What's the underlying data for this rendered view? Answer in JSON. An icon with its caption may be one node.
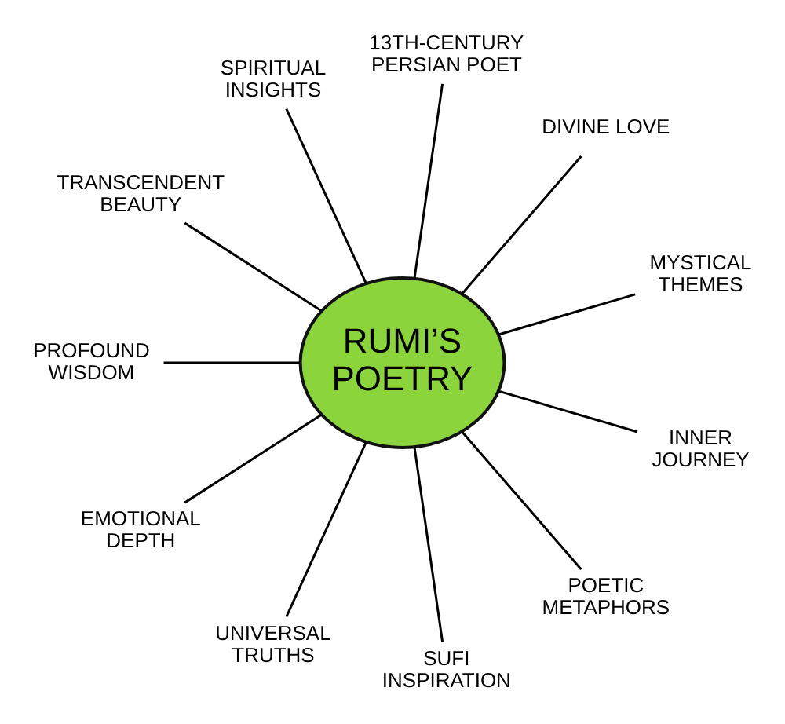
{
  "diagram": {
    "nodes": [
      {
        "text": [
          "RUMI’S POETRY"
        ]
      },
      {
        "text": [
          "MYSTICAL THEMES"
        ]
      },
      {
        "text": [
          "DIVINE LOVE"
        ]
      },
      {
        "text": [
          "13TH-CENTURY PERSIAN POET"
        ]
      },
      {
        "text": [
          "SPIRITUAL INSIGHTS"
        ]
      },
      {
        "text": [
          "TRANSCENDENT BEAUTY"
        ]
      },
      {
        "text": [
          "PROFOUND WISDOM"
        ]
      },
      {
        "text": [
          "EMOTIONAL DEPTH"
        ]
      },
      {
        "text": [
          "UNIVERSAL TRUTHS"
        ]
      },
      {
        "text": [
          "SUFI INSPIRATION"
        ]
      },
      {
        "text": [
          "POETIC METAPHORS"
        ]
      },
      {
        "text": [
          "INNER JOURNEY"
        ]
      }
    ],
    "edges": [
      {
        "from": 0,
        "to": 1,
        "arrow": "none"
      },
      {
        "from": 0,
        "to": 2,
        "arrow": "none"
      },
      {
        "from": 0,
        "to": 4,
        "arrow": "none"
      },
      {
        "from": 0,
        "to": 6,
        "arrow": "none"
      },
      {
        "from": 0,
        "to": 8,
        "arrow": "none"
      },
      {
        "from": 0,
        "to": 10,
        "arrow": "none"
      },
      {
        "from": 0,
        "to": 11,
        "arrow": "none"
      },
      {
        "from": 0,
        "to": 9,
        "arrow": "none"
      },
      {
        "from": 0,
        "to": 7,
        "arrow": "none"
      },
      {
        "from": 0,
        "to": 5,
        "arrow": "none"
      },
      {
        "from": 0,
        "to": 3,
        "arrow": "none"
      }
    ]
  }
}
